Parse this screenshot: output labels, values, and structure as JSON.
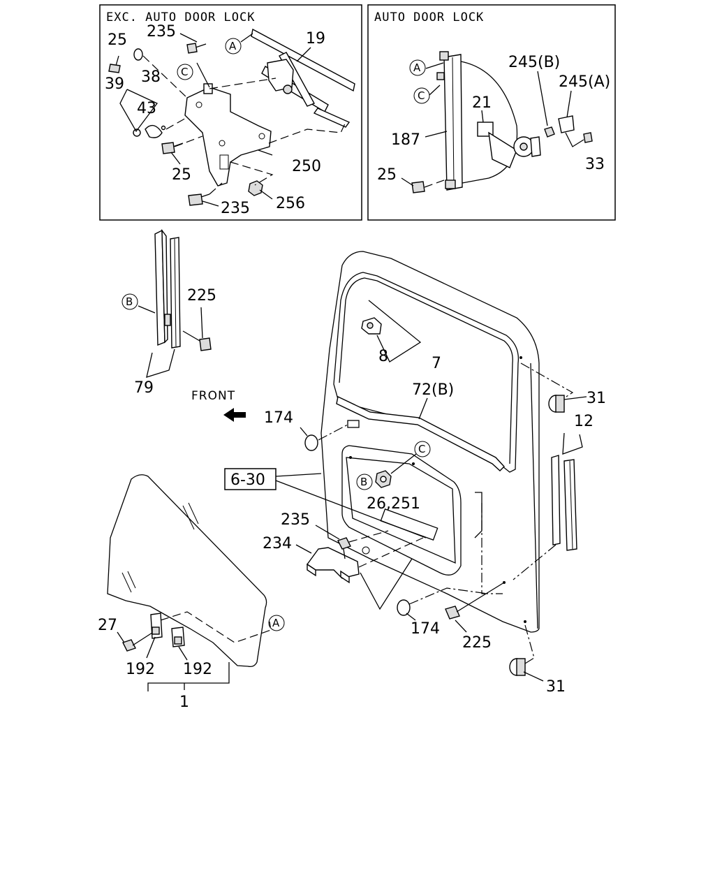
{
  "headers": {
    "exc_auto": "EXC. AUTO DOOR LOCK",
    "auto": "AUTO DOOR LOCK"
  },
  "circled": {
    "A": "A",
    "B": "B",
    "C": "C"
  },
  "labels": {
    "p25": "25",
    "p235": "235",
    "p19": "19",
    "p38": "38",
    "p39": "39",
    "p43": "43",
    "p250": "250",
    "p256": "256",
    "p245b": "245(B)",
    "p245a": "245(A)",
    "p21": "21",
    "p187": "187",
    "p33": "33",
    "p225": "225",
    "p79": "79",
    "p8": "8",
    "p7": "7",
    "p72b": "72(B)",
    "p31": "31",
    "p12": "12",
    "front": "FRONT",
    "p174": "174",
    "ref630": "6-30",
    "p26_251": "26,251",
    "p234": "234",
    "p27": "27",
    "p192": "192",
    "p1": "1"
  }
}
